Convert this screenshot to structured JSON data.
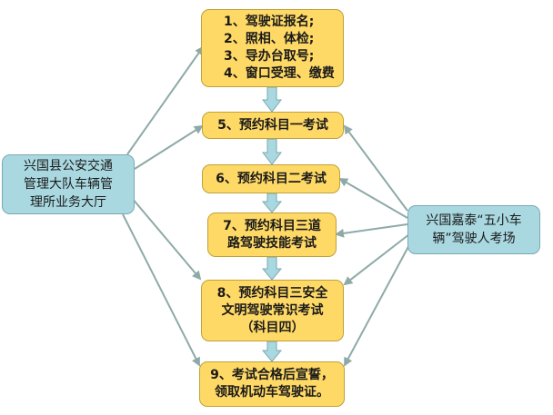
{
  "steps": [
    {
      "id": "s1",
      "lines": [
        "1、驾驶证报名;",
        "2、照相、体检;",
        "3、导办台取号;",
        "4、窗口受理、缴费"
      ]
    },
    {
      "id": "s5",
      "lines": [
        "5、预约科目一考试"
      ]
    },
    {
      "id": "s6",
      "lines": [
        "6、预约科目二考试"
      ]
    },
    {
      "id": "s7",
      "lines": [
        "7、预约科目三道",
        "路驾驶技能考试"
      ]
    },
    {
      "id": "s8",
      "lines": [
        "8、预约科目三安全",
        "文明驾驶常识考试",
        "（科目四）"
      ]
    },
    {
      "id": "s9",
      "lines": [
        "9、考试合格后宣誓，",
        "领取机动车驾驶证。"
      ]
    }
  ],
  "left_node": {
    "lines": [
      "兴国县公安交通",
      "管理大队车辆管",
      "理所业务大厅"
    ]
  },
  "right_node": {
    "lines": [
      "兴国嘉泰“五小车",
      "辆”驾驶人考场"
    ]
  },
  "colors": {
    "step_fill": "#ffd966",
    "side_fill": "#a9d8e0",
    "arrow_gray": "#8eaaa8",
    "arrow_down": "#a9d8e0"
  }
}
